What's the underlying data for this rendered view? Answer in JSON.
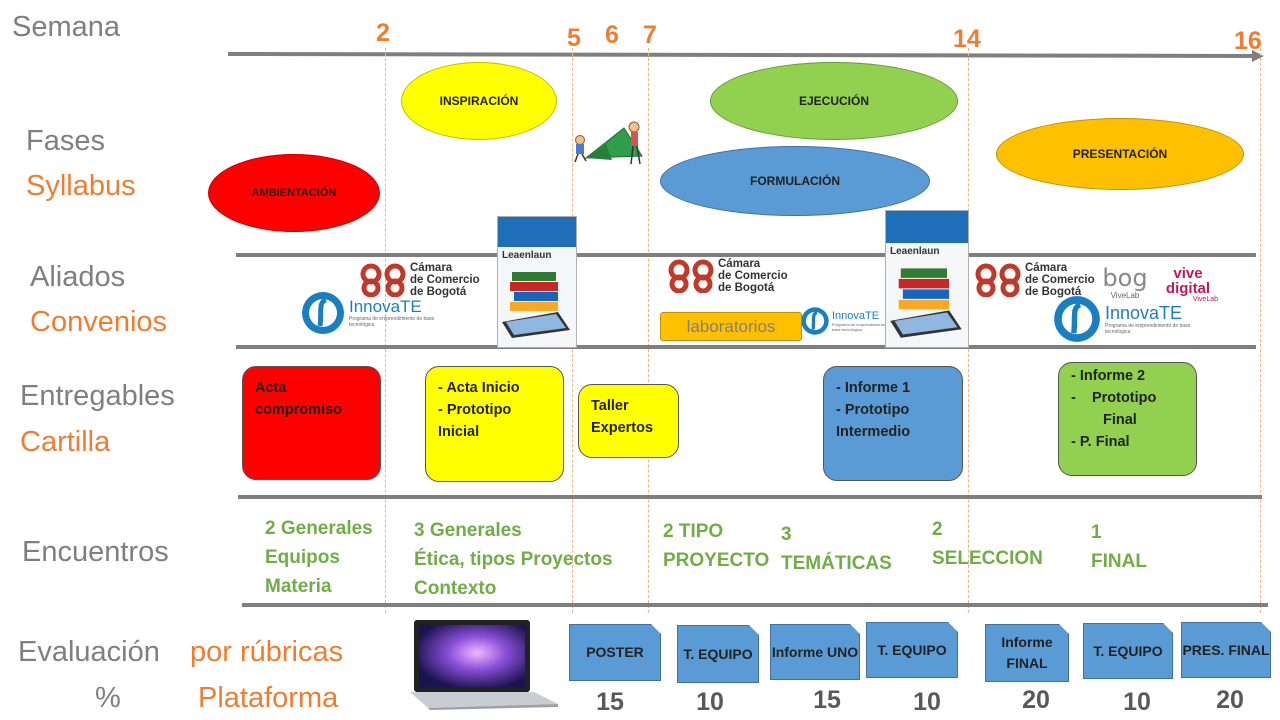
{
  "rows": {
    "semana": "Semana",
    "fases": "Fases",
    "syllabus": "Syllabus",
    "aliados": "Aliados",
    "convenios": "Convenios",
    "entregables": "Entregables",
    "cartilla": "Cartilla",
    "encuentros": "Encuentros",
    "evaluacion": "Evaluación",
    "rubricas": "por rúbricas",
    "percent": "%",
    "plataforma": "Plataforma"
  },
  "weeks": [
    "2",
    "5",
    "6",
    "7",
    "14",
    "16"
  ],
  "phases": {
    "ambientacion": "AMBIENTACIÓN",
    "inspiracion": "INSPIRACIÓN",
    "ejecucion": "EJECUCIÓN",
    "formulacion": "FORMULACIÓN",
    "presentacion": "PRESENTACIÓN"
  },
  "allies": {
    "ccb_line1": "Cámara",
    "ccb_line2": "de Comercio",
    "ccb_line3": "de Bogotá",
    "innovate": "InnovaTE",
    "innovate_sub": "Programa de emprendimiento de base tecnológica",
    "lea": "Leaenlaun",
    "laboratorios": "laboratorios",
    "bog": "bog",
    "vivelab": "ViveLab",
    "vive": "vive",
    "digital": "digital"
  },
  "deliverables": {
    "d1": [
      "Acta",
      "compromiso"
    ],
    "d2": [
      "- Acta Inicio",
      "- Prototipo",
      "Inicial"
    ],
    "d3": [
      "Taller",
      "Expertos"
    ],
    "d4": [
      "- Informe 1",
      "- Prototipo",
      "Intermedio"
    ],
    "d5": [
      "- Informe 2",
      "-    Prototipo",
      "Final",
      "- P. Final"
    ]
  },
  "encounters": {
    "e1": [
      "2 Generales",
      "Equipos",
      "Materia"
    ],
    "e2": [
      "3 Generales",
      "Ética, tipos Proyectos",
      "Contexto"
    ],
    "e3": [
      "2 TIPO",
      "PROYECTO"
    ],
    "e4": [
      "3",
      "TEMÁTICAS"
    ],
    "e5": [
      "2",
      "SELECCION"
    ],
    "e6": [
      "1",
      "FINAL"
    ]
  },
  "evaluation": [
    {
      "label": "POSTER",
      "pct": "15"
    },
    {
      "label": "T. EQUIPO",
      "pct": "10"
    },
    {
      "label": "Informe UNO",
      "pct": "15"
    },
    {
      "label": "T. EQUIPO",
      "pct": "10"
    },
    {
      "label": "Informe FINAL",
      "pct": "20"
    },
    {
      "label": "T. EQUIPO",
      "pct": "10"
    },
    {
      "label": "PRES. FINAL",
      "pct": "20"
    }
  ],
  "colors": {
    "orange": "#ed7d31",
    "gray": "#7f7f7f",
    "red": "#ff0000",
    "yellow": "#ffff00",
    "green": "#92d050",
    "blue": "#5b9bd5",
    "gold": "#ffc000"
  }
}
